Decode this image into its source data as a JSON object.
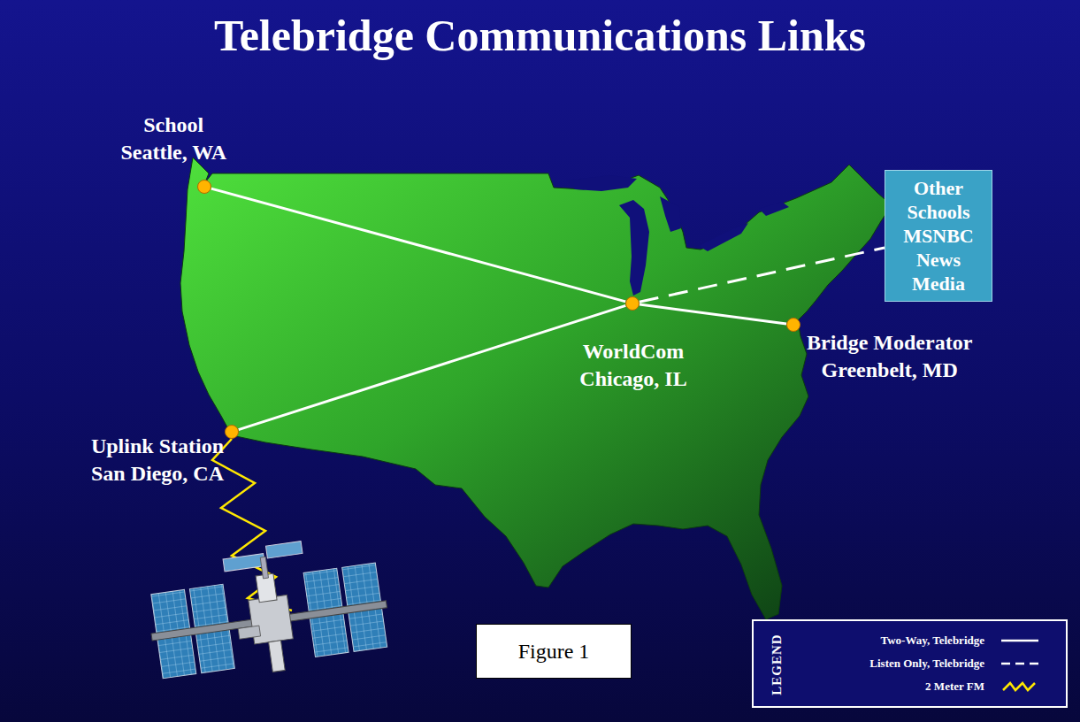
{
  "diagram": {
    "title": "Telebridge Communications Links",
    "nodes": [
      {
        "text": [
          "School",
          "Seattle, WA"
        ]
      },
      {
        "text": [
          "Other Schools",
          "MSNBC",
          "News Media"
        ]
      },
      {
        "text": [
          "WorldCom",
          "Chicago, IL"
        ]
      },
      {
        "text": [
          "Bridge Moderator",
          "Greenbelt, MD"
        ]
      },
      {
        "text": [
          "Uplink Station",
          "San Diego, CA"
        ]
      },
      {
        "text": [
          "Figure 1"
        ]
      }
    ],
    "edges": [
      {
        "from": 0,
        "to": 2,
        "arrow": "none"
      },
      {
        "from": 4,
        "to": 2,
        "arrow": "none"
      },
      {
        "from": 2,
        "to": 3,
        "arrow": "none"
      },
      {
        "from": 2,
        "to": 1,
        "arrow": "none"
      }
    ],
    "labels": [
      "LEGEND"
    ],
    "legend": [
      {
        "text": "Two-Way, Telebridge"
      },
      {
        "text": "Listen Only, Telebridge"
      },
      {
        "text": "2 Meter FM"
      }
    ]
  }
}
